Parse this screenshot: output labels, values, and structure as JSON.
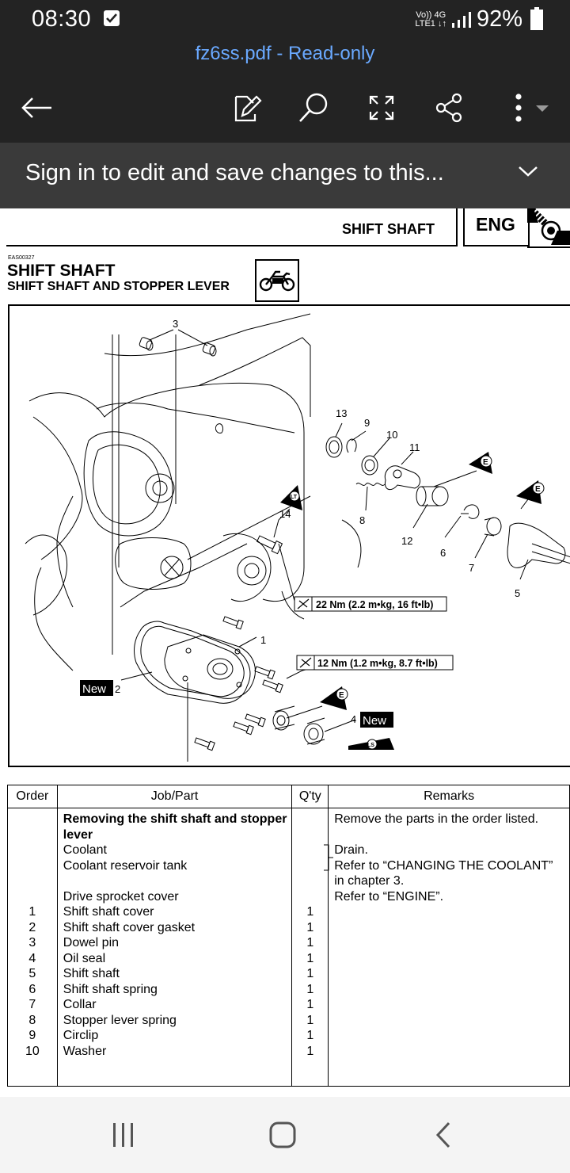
{
  "status_bar": {
    "time": "08:30",
    "network_top": "Vo)) 4G",
    "network_bottom": "LTE1 ↓↑",
    "battery": "92%"
  },
  "app_bar": {
    "file_title": "fz6ss.pdf - Read-only",
    "icons": [
      "back-arrow-icon",
      "edit-icon",
      "search-icon",
      "expand-icon",
      "share-icon",
      "more-icon"
    ]
  },
  "banner": {
    "text": "Sign in to edit and save changes to this..."
  },
  "document": {
    "section_header": "SHIFT SHAFT",
    "tab_label": "ENG",
    "doc_code": "EAS00327",
    "title": "SHIFT SHAFT",
    "subtitle": "SHIFT SHAFT AND STOPPER LEVER",
    "diagram": {
      "torque_1": "22 Nm (2.2 m•kg, 16 ft•lb)",
      "torque_2": "12 Nm (1.2 m•kg, 8.7 ft•lb)",
      "new_label": "New",
      "callouts": [
        "1",
        "2",
        "3",
        "4",
        "5",
        "6",
        "7",
        "8",
        "9",
        "10",
        "11",
        "12",
        "13",
        "14"
      ]
    },
    "table": {
      "headers": [
        "Order",
        "Job/Part",
        "Q'ty",
        "Remarks"
      ],
      "heading": "Removing the shift shaft and stopper lever",
      "prelim_items": [
        "Coolant",
        "Coolant reservoir tank",
        "",
        "Drive sprocket cover"
      ],
      "rows": [
        {
          "order": "1",
          "part": "Shift shaft cover",
          "qty": "1"
        },
        {
          "order": "2",
          "part": "Shift shaft cover gasket",
          "qty": "1"
        },
        {
          "order": "3",
          "part": "Dowel pin",
          "qty": "1"
        },
        {
          "order": "4",
          "part": "Oil seal",
          "qty": "1"
        },
        {
          "order": "5",
          "part": "Shift shaft",
          "qty": "1"
        },
        {
          "order": "6",
          "part": "Shift shaft spring",
          "qty": "1"
        },
        {
          "order": "7",
          "part": "Collar",
          "qty": "1"
        },
        {
          "order": "8",
          "part": "Stopper lever spring",
          "qty": "1"
        },
        {
          "order": "9",
          "part": "Circlip",
          "qty": "1"
        },
        {
          "order": "10",
          "part": "Washer",
          "qty": "1"
        }
      ],
      "remarks": {
        "r1": "Remove the parts in the order listed.",
        "r2": "Drain.",
        "r3": "Refer to “CHANGING THE COOLANT”",
        "r4": "in chapter 3.",
        "r5": "Refer to “ENGINE”."
      }
    }
  },
  "nav_bar": {
    "icons": [
      "recents-icon",
      "home-icon",
      "back-icon"
    ]
  },
  "colors": {
    "bar_bg": "#232323",
    "banner_bg": "#3a3a3a",
    "title_blue": "#6aa9ff"
  }
}
